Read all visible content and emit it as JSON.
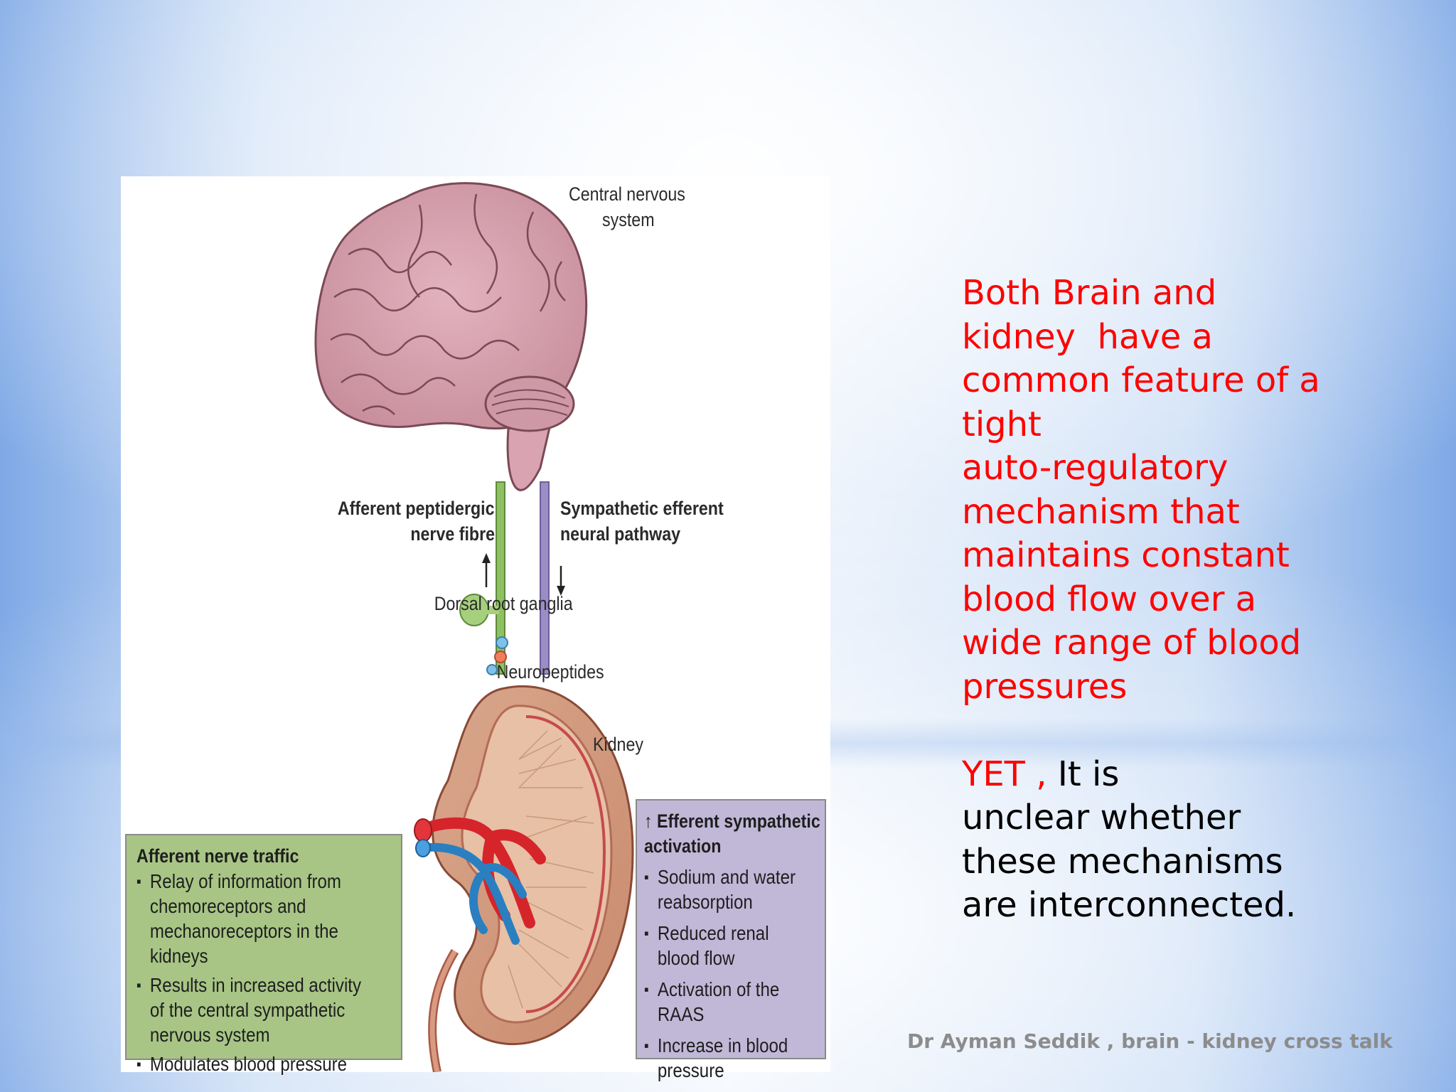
{
  "figure": {
    "labels": {
      "cns": [
        "Central nervous",
        "system"
      ],
      "afferent_fibre": [
        "Afferent peptidergic",
        "nerve fibre"
      ],
      "sympathetic_pathway": [
        "Sympathetic efferent",
        "neural pathway"
      ],
      "dorsal_root": "Dorsal root ganglia",
      "neuropeptides": "Neuropeptides",
      "kidney": "Kidney"
    },
    "afferent_box": {
      "title": "Afferent nerve traffic",
      "items": [
        [
          "Relay of information from",
          "chemoreceptors and",
          "mechanoreceptors in the kidneys"
        ],
        [
          "Results in increased activity",
          "of the central sympathetic",
          "nervous system"
        ],
        [
          "Modulates blood pressure"
        ]
      ]
    },
    "efferent_box": {
      "title": [
        "↑ Efferent sympathetic",
        "activation"
      ],
      "items": [
        [
          "Sodium and water",
          "reabsorption"
        ],
        [
          "Reduced renal",
          "blood flow"
        ],
        [
          "Activation of the RAAS"
        ],
        [
          "Increase in blood",
          "pressure"
        ]
      ]
    }
  },
  "summary": {
    "lines_red": [
      "Both Brain and",
      "kidney  have a",
      "common feature of a",
      "tight",
      "auto-regulatory",
      "mechanism that",
      "maintains constant",
      "blood flow over a",
      "wide range of blood",
      "pressures"
    ],
    "yet_red": "YET ,",
    "yet_black": " It is",
    "lines_black": [
      "unclear whether",
      "these mechanisms",
      "are interconnected."
    ]
  },
  "footer": "Dr Ayman Seddik , brain - kidney cross talk",
  "colors": {
    "summary_red": "#ff0000",
    "afferent_box": "#a8c585",
    "efferent_box": "#c1b8d8",
    "afferent_fibre": "#8fc163",
    "sympathetic_fibre": "#9a8ec4"
  }
}
